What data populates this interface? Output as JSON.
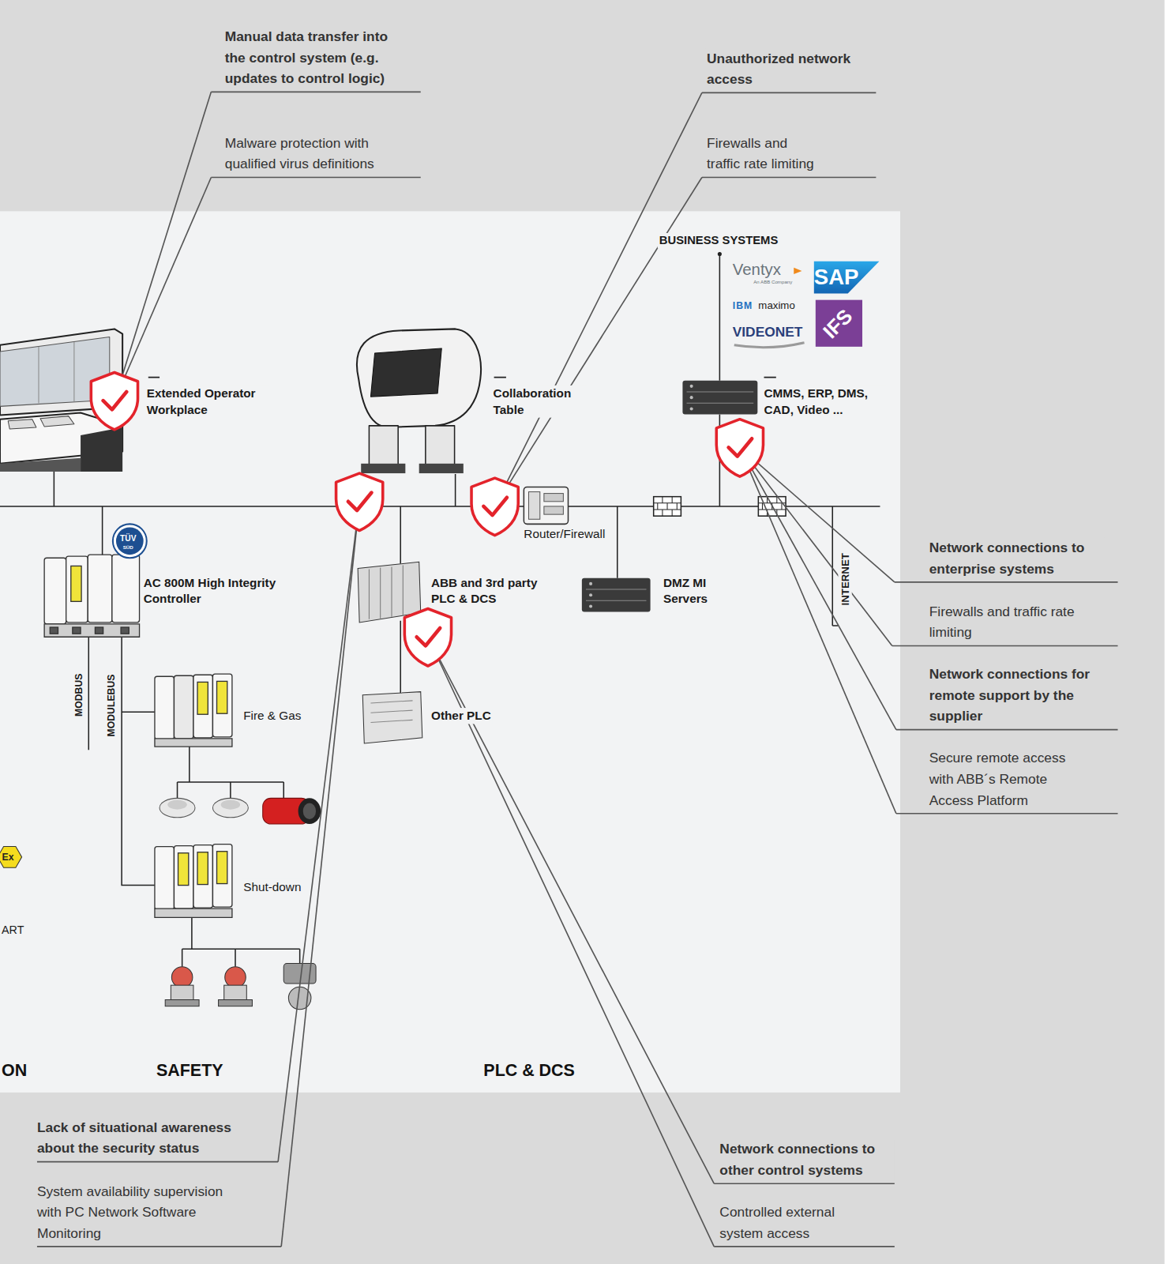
{
  "diagram": {
    "labels": [
      "Manual data transfer into the control system (e.g. updates to control logic)",
      "Malware protection with qualified virus definitions",
      "Unauthorized network access",
      "Firewalls and traffic rate limiting",
      "BUSINESS SYSTEMS",
      "Ventyx",
      "An ABB Company",
      "SAP",
      "IBM",
      "maximo",
      "VIDEONET",
      "IFS",
      "Extended Operator Workplace",
      "Collaboration Table",
      "CMMS, ERP, DMS, CAD, Video ...",
      "Router/Firewall",
      "TÜV",
      "SÜD",
      "AC 800M High Integrity Controller",
      "ABB and 3rd party PLC & DCS",
      "DMZ MI Servers",
      "INTERNET",
      "Network connections to enterprise systems",
      "Firewalls and traffic rate limiting",
      "Network connections for remote support by the supplier",
      "Secure remote access with ABB´s Remote Access Platform",
      "MODBUS",
      "MODULEBUS",
      "Fire & Gas",
      "Other PLC",
      "Ex",
      "Shut-down",
      "ART",
      "ON",
      "SAFETY",
      "PLC & DCS",
      "Lack of situational awareness about the security status",
      "System availability supervision with PC Network Software Monitoring",
      "Network connections to other control systems",
      "Controlled external system access"
    ]
  }
}
